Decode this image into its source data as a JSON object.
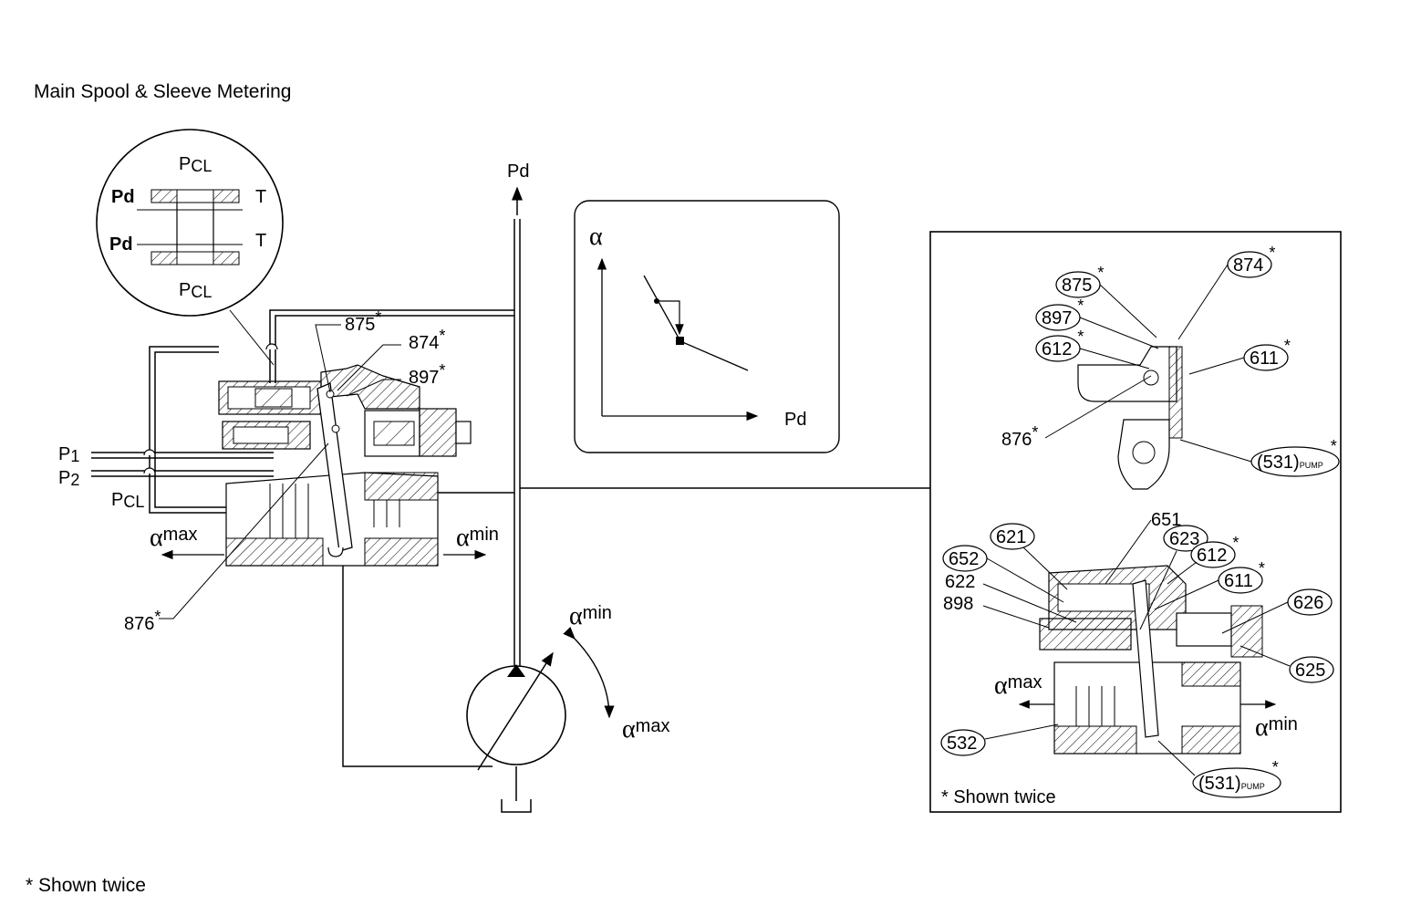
{
  "title": "Main Spool & Sleeve Metering",
  "footnote": "* Shown twice",
  "colors": {
    "line": "#000000",
    "hatch": "#000000",
    "background": "#ffffff"
  },
  "detail_circle": {
    "top_label": "P",
    "top_label_sub": "CL",
    "bottom_label": "P",
    "bottom_label_sub": "CL",
    "left_top": "Pd",
    "left_bottom": "Pd",
    "right_top": "T",
    "right_bottom": "T"
  },
  "schematic": {
    "pd_top": "Pd",
    "p1": "P",
    "p1_sub": "1",
    "p2": "P",
    "p2_sub": "2",
    "pcl": "P",
    "pcl_sub": "CL",
    "callouts": [
      "875",
      "874",
      "897",
      "876"
    ],
    "asterisk": "*",
    "alpha_symbol": "α",
    "alpha_max_left": "max",
    "alpha_min_right": "min",
    "alpha_min_pump": "min",
    "alpha_max_pump": "max"
  },
  "graph": {
    "y_label": "α",
    "x_label": "Pd"
  },
  "inset": {
    "top_callouts": [
      "875",
      "874",
      "897",
      "612",
      "611",
      "876"
    ],
    "pump_ref": "(531)",
    "pump_sub": "PUMP",
    "bottom_callouts": [
      "621",
      "651",
      "623",
      "652",
      "612",
      "622",
      "611",
      "898",
      "626",
      "625",
      "532"
    ],
    "alpha_symbol": "α",
    "alpha_max": "max",
    "alpha_min": "min",
    "asterisk": "*",
    "note": "* Shown twice"
  }
}
